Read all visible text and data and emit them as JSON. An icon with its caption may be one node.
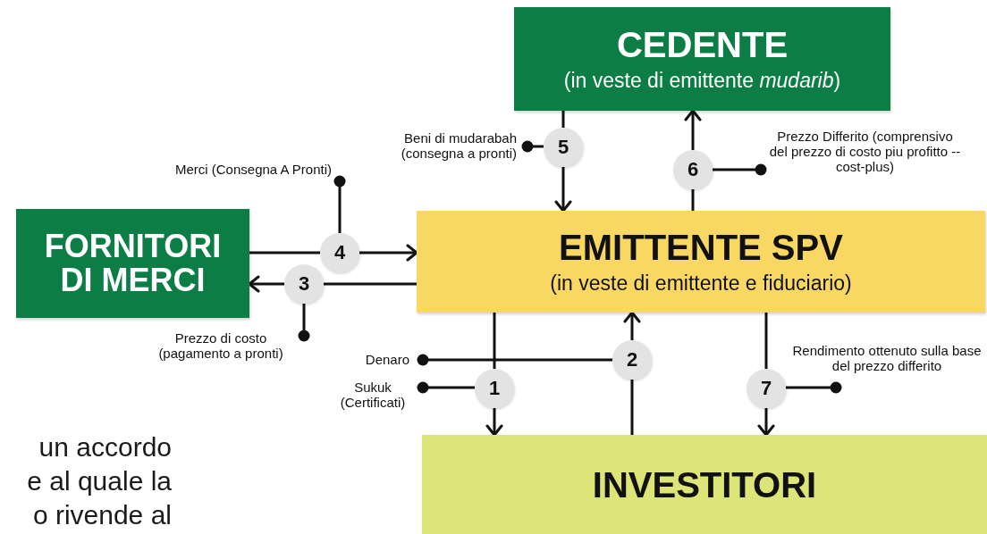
{
  "diagram": {
    "nodes": [
      {
        "text": [
          "CEDENTE",
          "(in veste di emittente *mudarib*)"
        ]
      },
      {
        "text": [
          "Beni di mudarabah (consegna a pronti)"
        ]
      },
      {
        "text": [
          "5"
        ]
      },
      {
        "text": [
          "6"
        ]
      },
      {
        "text": [
          "Prezzo Differito (comprensivo del prezzo di costo piu profitto -- cost-plus)"
        ]
      },
      {
        "text": [
          "Merci (Consegna A Pronti)"
        ]
      },
      {
        "text": [
          "FORNITORI DI MERCI"
        ]
      },
      {
        "text": [
          "4"
        ]
      },
      {
        "text": [
          "3"
        ]
      },
      {
        "text": [
          "EMITTENTE SPV",
          "(in veste di emittente e fiduciario)"
        ]
      },
      {
        "text": [
          "Prezzo di costo (pagamento a pronti)"
        ]
      },
      {
        "text": [
          "Denaro"
        ]
      },
      {
        "text": [
          "2"
        ]
      },
      {
        "text": [
          "Sukuk (Certificati)"
        ]
      },
      {
        "text": [
          "1"
        ]
      },
      {
        "text": [
          "7"
        ]
      },
      {
        "text": [
          "Rendimento ottenuto sulla base del prezzo differito"
        ]
      },
      {
        "text": [
          "INVESTITORI"
        ]
      }
    ],
    "edges": [
      {
        "from": 0,
        "to": 2,
        "arrow": "none"
      },
      {
        "from": 2,
        "to": 9,
        "arrow": "to"
      },
      {
        "from": 9,
        "to": 3,
        "arrow": "none"
      },
      {
        "from": 3,
        "to": 0,
        "arrow": "to"
      },
      {
        "from": 1,
        "to": 2,
        "arrow": "other"
      },
      {
        "from": 4,
        "to": 3,
        "arrow": "other"
      },
      {
        "from": 6,
        "to": 7,
        "arrow": "none"
      },
      {
        "from": 7,
        "to": 9,
        "arrow": "to"
      },
      {
        "from": 9,
        "to": 8,
        "arrow": "none"
      },
      {
        "from": 8,
        "to": 6,
        "arrow": "to"
      },
      {
        "from": 5,
        "to": 7,
        "arrow": "other"
      },
      {
        "from": 10,
        "to": 8,
        "arrow": "other"
      },
      {
        "from": 9,
        "to": 14,
        "arrow": "none"
      },
      {
        "from": 14,
        "to": 17,
        "arrow": "to"
      },
      {
        "from": 17,
        "to": 12,
        "arrow": "none"
      },
      {
        "from": 12,
        "to": 9,
        "arrow": "to"
      },
      {
        "from": 9,
        "to": 15,
        "arrow": "none"
      },
      {
        "from": 15,
        "to": 17,
        "arrow": "to"
      },
      {
        "from": 11,
        "to": 12,
        "arrow": "other"
      },
      {
        "from": 13,
        "to": 14,
        "arrow": "other"
      },
      {
        "from": 16,
        "to": 15,
        "arrow": "other"
      }
    ],
    "labels": [
      "un accordo",
      "e al quale la",
      "o rivende al"
    ]
  }
}
